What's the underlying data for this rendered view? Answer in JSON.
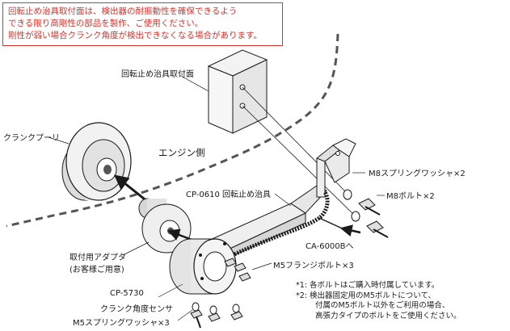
{
  "notice": {
    "lines": [
      "回転止め治具取付面は、検出器の耐振動性を確保できるよう",
      "できる限り高剛性の部品を製作、ご使用ください。",
      "剛性が弱い場合クランク角度が検出できなくなる場合があります。"
    ]
  },
  "labels": {
    "mount_surface": "回転止め治具取付面",
    "engine_side": "エンジン側",
    "crank_pulley": "クランクプーリ",
    "anti_rotation_jig": "CP-0610 回転止め治具",
    "m8_spring_washer": "M8スプリングワッシャ×2",
    "m8_bolt": "M8ボルト×2",
    "cable_to": "CA-6000Bへ",
    "adapter": "取付用アダプタ",
    "adapter_note": "(お客様ご用意)",
    "m5_flange_bolt": "M5フランジボルト×3",
    "sensor_model": "CP-5730",
    "sensor_name": "クランク角度センサ",
    "m5_spring_washer": "M5スプリングワッシャ×3"
  },
  "notes": [
    "*1: 各ボルトはご購入時付属しています。",
    "*2: 検出器固定用のM5ボルトについて、",
    "付属のM5ボルト以外をご利用の場合、",
    "高張力タイプのボルトをご使用ください。"
  ],
  "colors": {
    "notice_red": "#d9322b",
    "line": "#1a1a1a",
    "part_fill": "#eeeeee",
    "part_shade": "#c9c9c9"
  }
}
